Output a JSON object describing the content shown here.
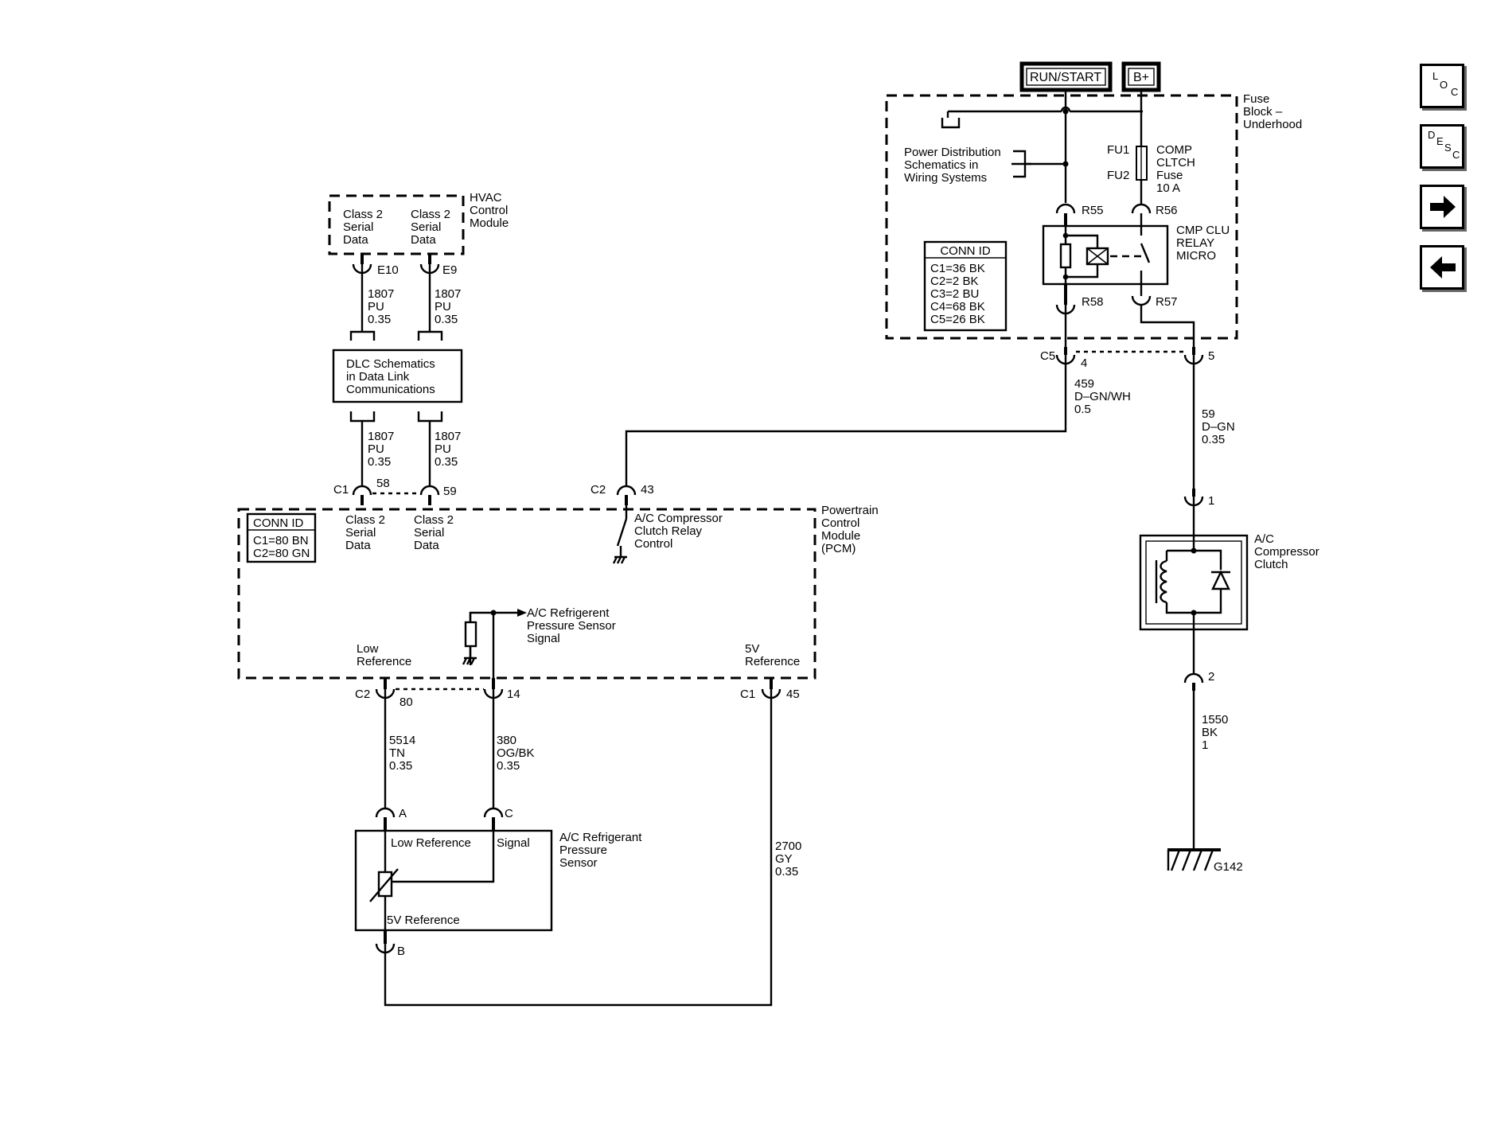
{
  "supply": {
    "run_start": "RUN/START",
    "bplus": "B+"
  },
  "fuse_block": {
    "title": [
      "Fuse",
      "Block –",
      "Underhood"
    ],
    "power_dist": [
      "Power Distribution",
      "Schematics in",
      "Wiring Systems"
    ],
    "fuse_pins": [
      "FU1",
      "FU2"
    ],
    "fuse_label": [
      "COMP",
      "CLTCH",
      "Fuse",
      "10 A"
    ],
    "relay_label": [
      "CMP CLU",
      "RELAY",
      "MICRO"
    ],
    "relay_pins": {
      "r55": "R55",
      "r56": "R56",
      "r58": "R58",
      "r57": "R57"
    },
    "conn_id_title": "CONN ID",
    "conn_ids": [
      "C1=36 BK",
      "C2=2 BK",
      "C3=2 BU",
      "C4=68 BK",
      "C5=26 BK"
    ],
    "c5_connector": "C5",
    "c5_pin_4": "4",
    "c5_pin_5": "5"
  },
  "hvac": {
    "title": [
      "HVAC",
      "Control",
      "Module"
    ],
    "left_label": [
      "Class 2",
      "Serial",
      "Data"
    ],
    "right_label": [
      "Class 2",
      "Serial",
      "Data"
    ],
    "pin_left": "E10",
    "pin_right": "E9"
  },
  "wires": {
    "hvac_left_upper": [
      "1807",
      "PU",
      "0.35"
    ],
    "hvac_right_upper": [
      "1807",
      "PU",
      "0.35"
    ],
    "hvac_left_lower": [
      "1807",
      "PU",
      "0.35"
    ],
    "hvac_right_lower": [
      "1807",
      "PU",
      "0.35"
    ],
    "relay_ctrl": [
      "459",
      "D–GN/WH",
      "0.5"
    ],
    "clutch_feed": [
      "59",
      "D–GN",
      "0.35"
    ],
    "ground": [
      "1550",
      "BK",
      "1"
    ],
    "low_ref": [
      "5514",
      "TN",
      "0.35"
    ],
    "signal": [
      "380",
      "OG/BK",
      "0.35"
    ],
    "ref_5v": [
      "2700",
      "GY",
      "0.35"
    ]
  },
  "dlc": {
    "label": [
      "DLC Schematics",
      "in Data Link",
      "Communications"
    ]
  },
  "pcm": {
    "title": [
      "Powertrain",
      "Control",
      "Module",
      "(PCM)"
    ],
    "conn_id_title": "CONN ID",
    "conn_ids": [
      "C1=80 BN",
      "C2=80 GN"
    ],
    "class2_left": [
      "Class 2",
      "Serial",
      "Data"
    ],
    "class2_right": [
      "Class 2",
      "Serial",
      "Data"
    ],
    "c1_connector": "C1",
    "c1_pin_58": "58",
    "c1_pin_59": "59",
    "c2_connector": "C2",
    "c2_pin_43": "43",
    "relay_control": [
      "A/C Compressor",
      "Clutch Relay",
      "Control"
    ],
    "sensor_signal": [
      "A/C Refrigerent",
      "Pressure Sensor",
      "Signal"
    ],
    "low_reference": [
      "Low",
      "Reference"
    ],
    "ref_5v": [
      "5V",
      "Reference"
    ],
    "bottom_c2": "C2",
    "pin_80": "80",
    "pin_14": "14",
    "bottom_c1": "C1",
    "pin_45": "45"
  },
  "clutch": {
    "label": [
      "A/C",
      "Compressor",
      "Clutch"
    ],
    "pin1": "1",
    "pin2": "2"
  },
  "ground": {
    "label": "G142"
  },
  "sensor": {
    "label": [
      "A/C Refrigerant",
      "Pressure",
      "Sensor"
    ],
    "low_reference": "Low Reference",
    "signal": "Signal",
    "ref_5v": "5V Reference",
    "pin_a": "A",
    "pin_c": "C",
    "pin_b": "B"
  },
  "nav": {
    "loc": [
      "L",
      "O",
      "C"
    ],
    "desc": [
      "D",
      "E",
      "S",
      "C"
    ]
  }
}
